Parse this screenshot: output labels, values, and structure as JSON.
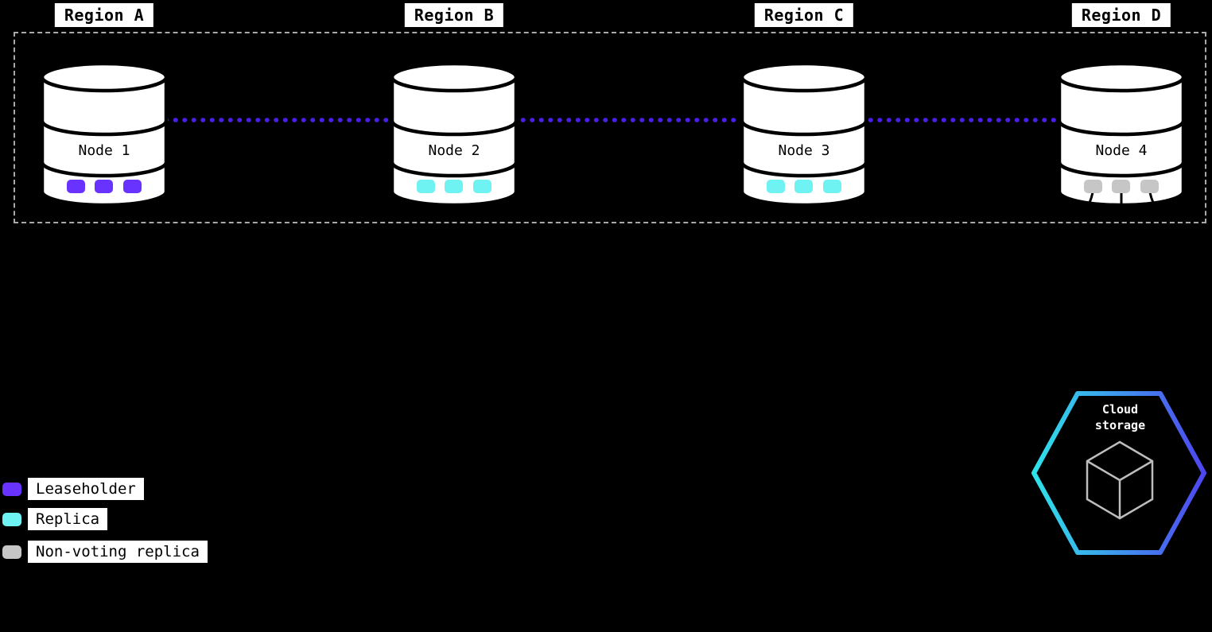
{
  "regions": [
    {
      "label": "Region A"
    },
    {
      "label": "Region B"
    },
    {
      "label": "Region C"
    },
    {
      "label": "Region D"
    }
  ],
  "nodes": [
    {
      "label": "Node 1",
      "replica_type": "Leaseholder",
      "color": "#6933ff"
    },
    {
      "label": "Node 2",
      "replica_type": "Replica",
      "color": "#6ff2f2"
    },
    {
      "label": "Node 3",
      "replica_type": "Replica",
      "color": "#6ff2f2"
    },
    {
      "label": "Node 4",
      "replica_type": "Non-voting replica",
      "color": "#c6c6c6"
    }
  ],
  "legend": [
    {
      "label": "Leaseholder",
      "color": "#6933ff"
    },
    {
      "label": "Replica",
      "color": "#6ff2f2"
    },
    {
      "label": "Non-voting replica",
      "color": "#c6c6c6"
    }
  ],
  "cloud_storage": {
    "label": "Cloud storage",
    "line1": "Cloud",
    "line2": "storage"
  },
  "colors": {
    "background": "#000000",
    "connection_line": "#4b1fe8",
    "hexagon_gradient_start": "#2fe3ea",
    "hexagon_gradient_end": "#4f46f0",
    "cube": "#bdbdbd"
  }
}
